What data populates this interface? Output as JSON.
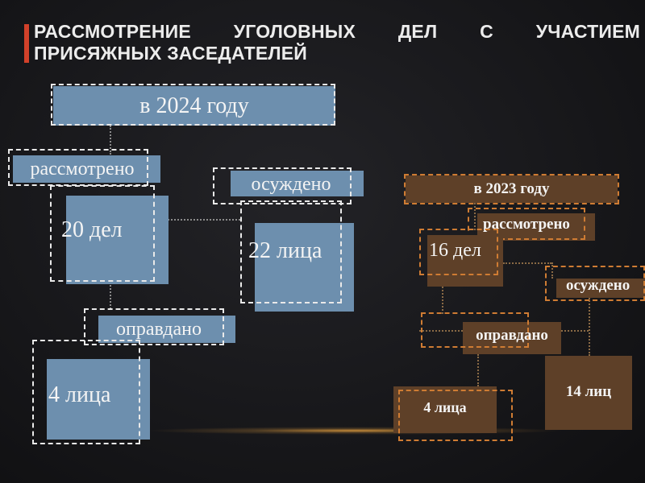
{
  "title": {
    "line1": [
      "РАССМОТРЕНИЕ",
      "УГОЛОВНЫХ",
      "ДЕЛ",
      "С",
      "УЧАСТИЕМ"
    ],
    "line2": "ПРИСЯЖНЫХ ЗАСЕДАТЕЛЕЙ"
  },
  "year_2024": {
    "label": "в 2024 году",
    "reviewed_label": "рассмотрено",
    "reviewed_value": "20 дел",
    "convicted_label": "осуждено",
    "convicted_value": "22 лица",
    "acquitted_label": "оправдано",
    "acquitted_value": "4 лица"
  },
  "year_2023": {
    "label": "в 2023 году",
    "reviewed_label": "рассмотрено",
    "reviewed_value": "16 дел",
    "convicted_label": "осуждено",
    "convicted_value": "14 лиц",
    "acquitted_label": "оправдано",
    "acquitted_value": "4 лица"
  },
  "colors": {
    "accent": "#d2412a",
    "box_2024": "#6d8fae",
    "box_2023": "#5e4028",
    "dashed_outline_2024": "#e9e9e9",
    "dashed_outline_2023": "#cf7c33"
  }
}
